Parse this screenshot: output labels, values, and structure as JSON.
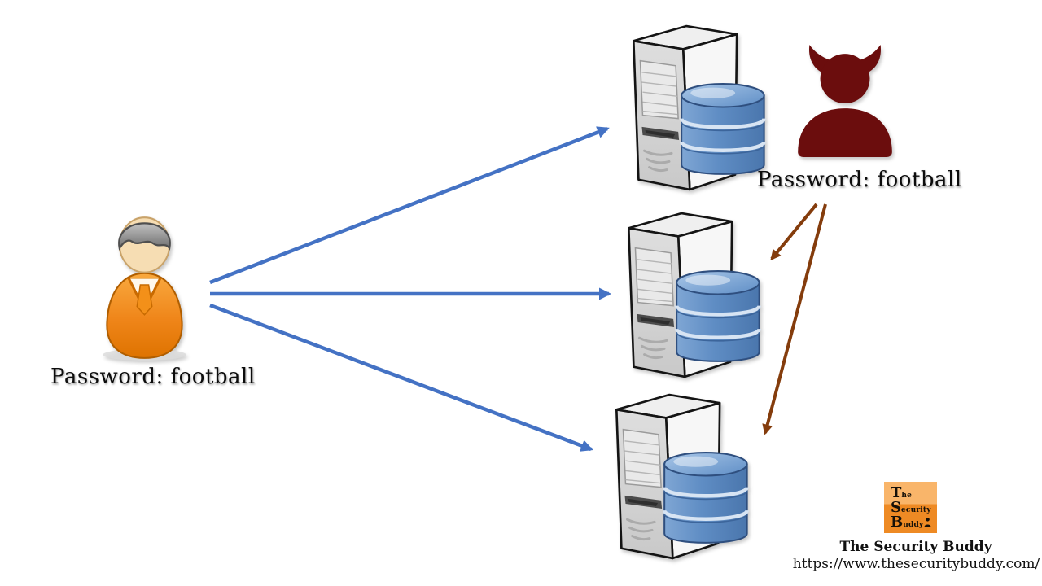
{
  "diagram": {
    "user": {
      "label": "Password: football",
      "icon": "person-icon"
    },
    "attacker": {
      "label": "Password: football",
      "icon": "devil-icon"
    },
    "servers": [
      {
        "name": "server-1",
        "icon": "server-database-icon"
      },
      {
        "name": "server-2",
        "icon": "server-database-icon"
      },
      {
        "name": "server-3",
        "icon": "server-database-icon"
      }
    ],
    "connections": {
      "user_to_servers": [
        "server-1",
        "server-2",
        "server-3"
      ],
      "attacker_to_servers": [
        "server-2",
        "server-3"
      ]
    }
  },
  "branding": {
    "logo": {
      "line1": {
        "initial": "T",
        "rest": "he"
      },
      "line2": {
        "initial": "S",
        "rest": "ecurity"
      },
      "line3": {
        "initial": "B",
        "rest": "uddy"
      }
    },
    "name": "The Security Buddy",
    "url": "https://www.thesecuritybuddy.com/"
  },
  "colors": {
    "arrow_blue": "#4472C4",
    "arrow_brown": "#843C0C",
    "attacker_red": "#6B0D0D",
    "user_orange": "#EF8519",
    "database_blue": "#6C9BD2",
    "server_gray": "#D9D9D9",
    "logo_orange_light": "#F9B56A",
    "logo_orange_dark": "#EE8A24",
    "background": "#FFFFFF"
  }
}
